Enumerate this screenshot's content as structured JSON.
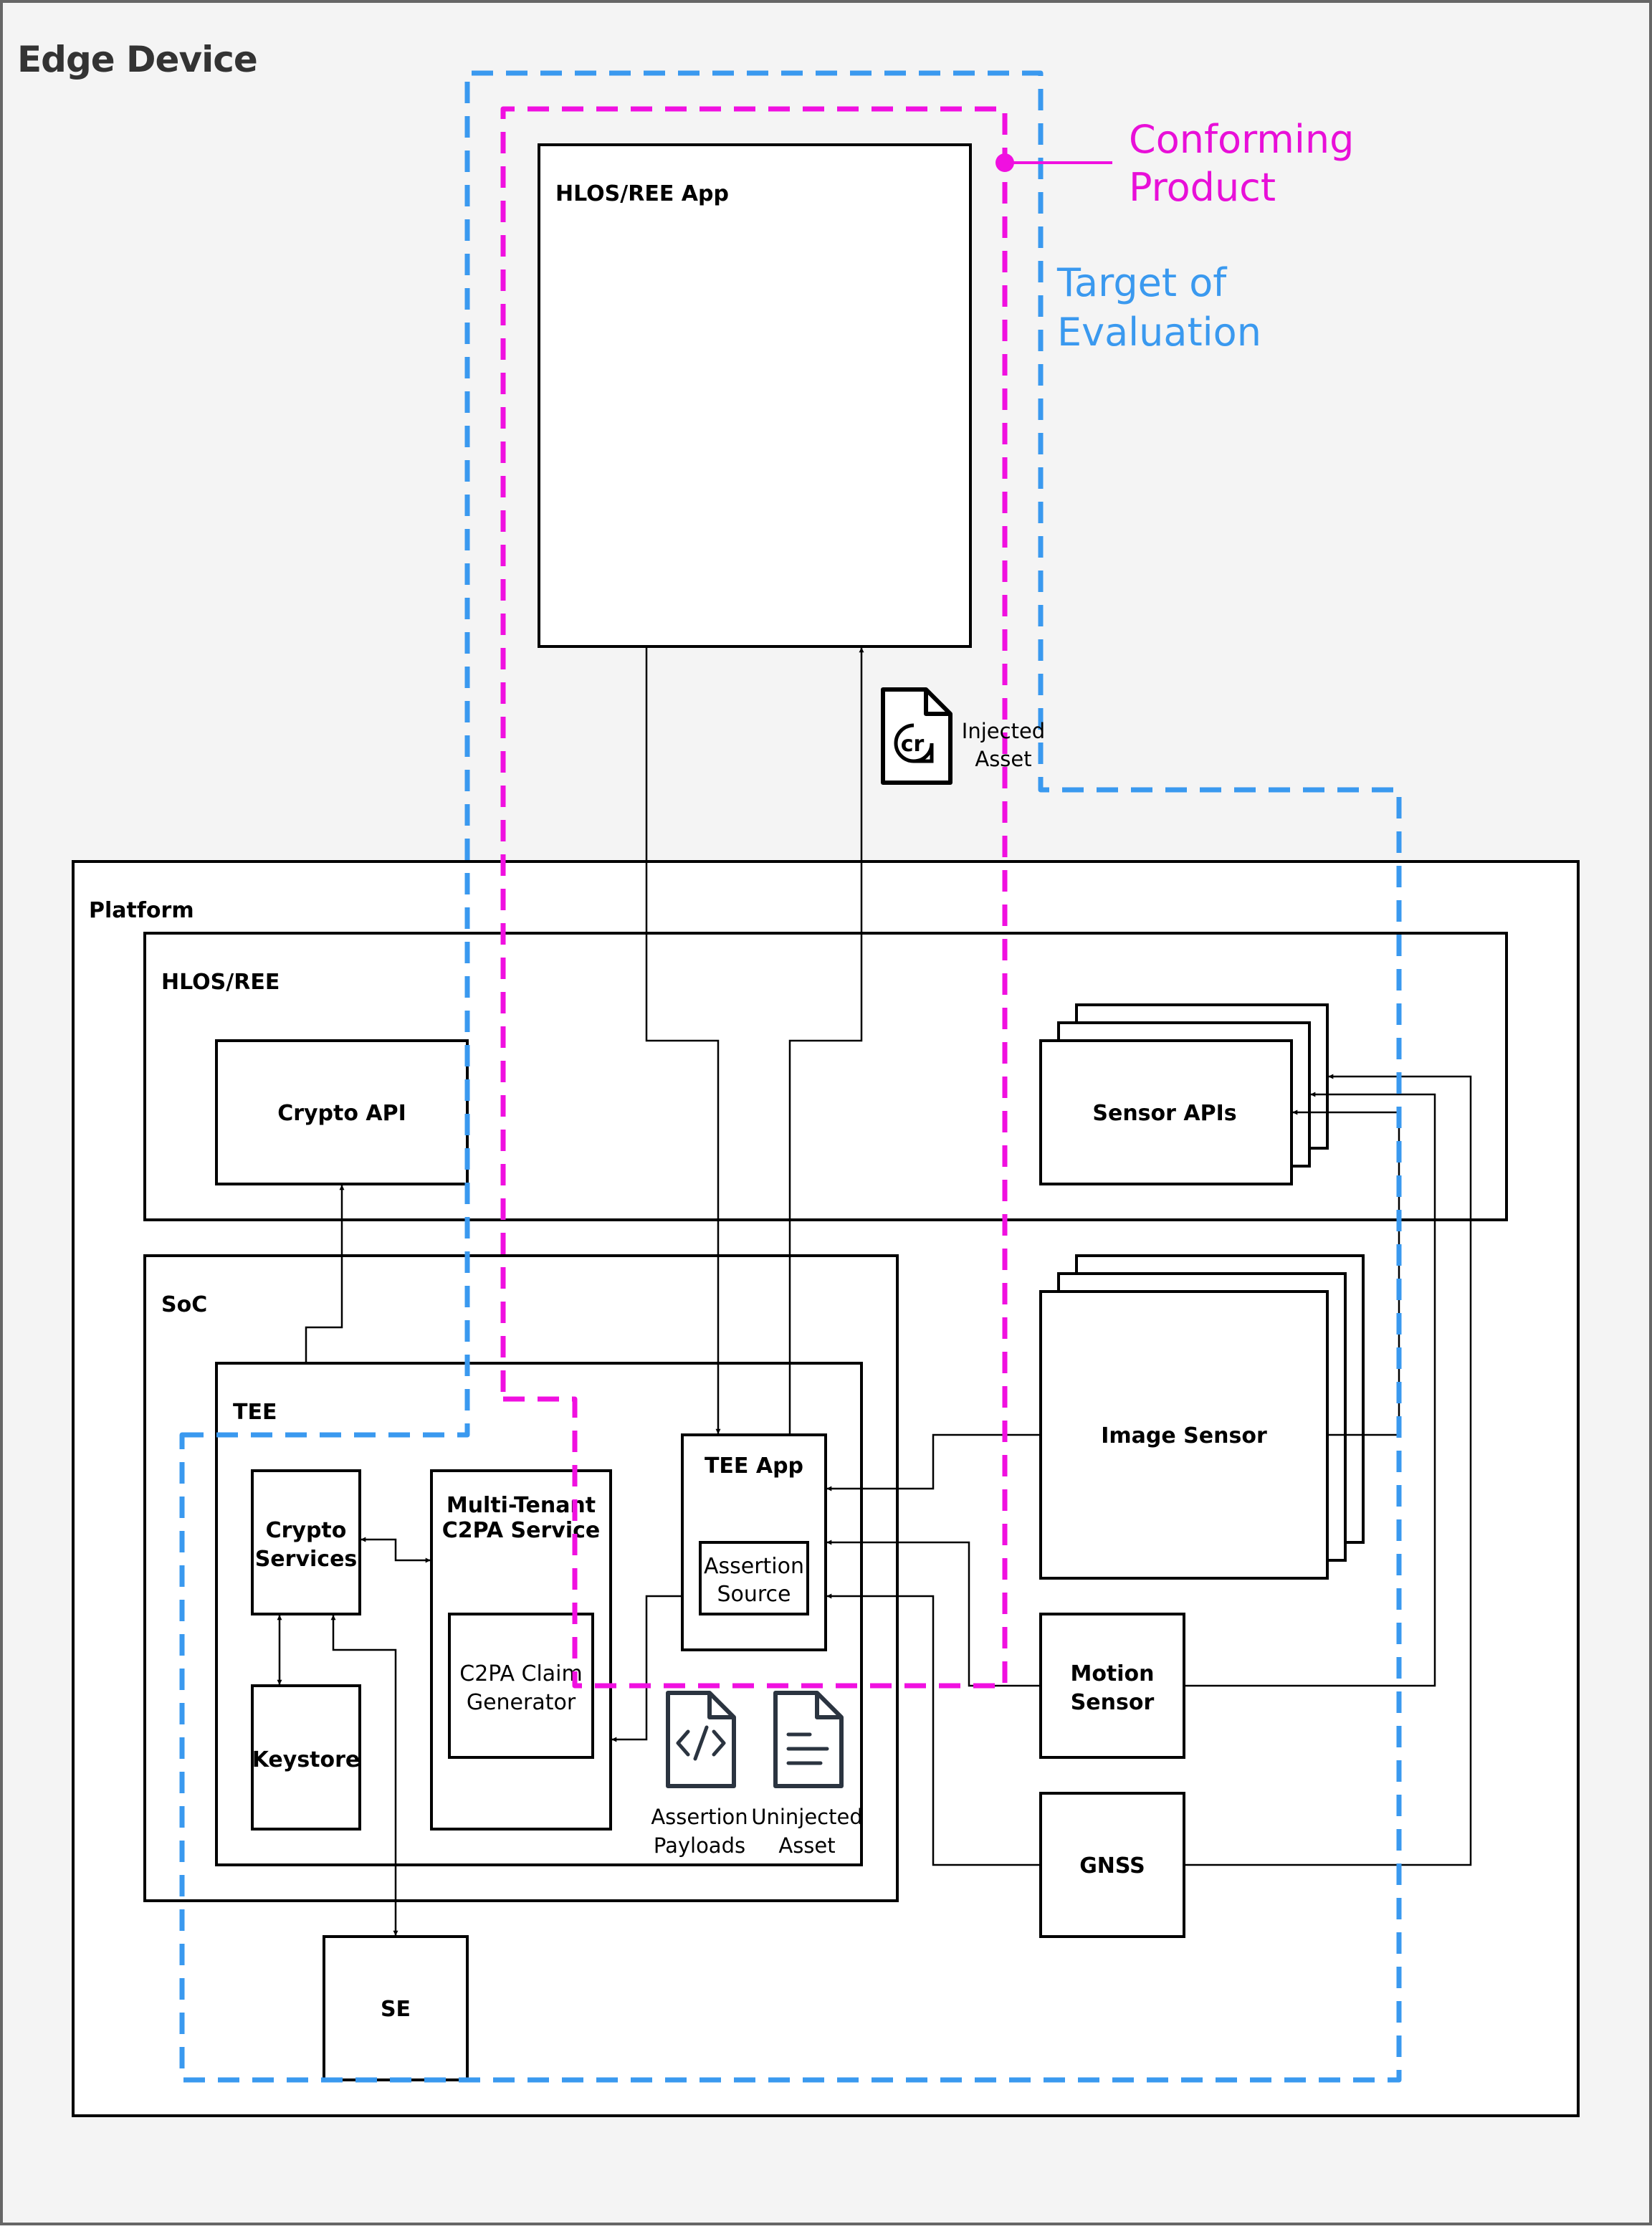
{
  "diagram": {
    "title": "Edge Device",
    "legend": {
      "conforming_product_line1": "Conforming",
      "conforming_product_line2": "Product",
      "target_line1": "Target of",
      "target_line2": "Evaluation"
    },
    "boxes": {
      "hlos_ree_app": "HLOS/REE App",
      "platform": "Platform",
      "hlos_ree": "HLOS/REE",
      "crypto_api": "Crypto API",
      "sensor_apis": "Sensor APIs",
      "soc": "SoC",
      "tee": "TEE",
      "crypto_services_line1": "Crypto",
      "crypto_services_line2": "Services",
      "keystore": "Keystore",
      "multi_tenant_line1": "Multi-Tenant",
      "multi_tenant_line2": "C2PA Service",
      "claim_gen_line1": "C2PA Claim",
      "claim_gen_line2": "Generator",
      "tee_app": "TEE App",
      "assertion_source_line1": "Assertion",
      "assertion_source_line2": "Source",
      "image_sensor": "Image Sensor",
      "motion_sensor_line1": "Motion",
      "motion_sensor_line2": "Sensor",
      "gnss": "GNSS",
      "se": "SE"
    },
    "icons": {
      "injected_asset_line1": "Injected",
      "injected_asset_line2": "Asset",
      "injected_badge": "cr",
      "assertion_payloads_line1": "Assertion",
      "assertion_payloads_line2": "Payloads",
      "uninjected_asset_line1": "Uninjected",
      "uninjected_asset_line2": "Asset"
    },
    "colors": {
      "conforming_product": "#e80fd8",
      "target_of_evaluation": "#3a99ef",
      "outer_background": "#f4f4f4",
      "icon_dark": "#2b3440"
    }
  }
}
